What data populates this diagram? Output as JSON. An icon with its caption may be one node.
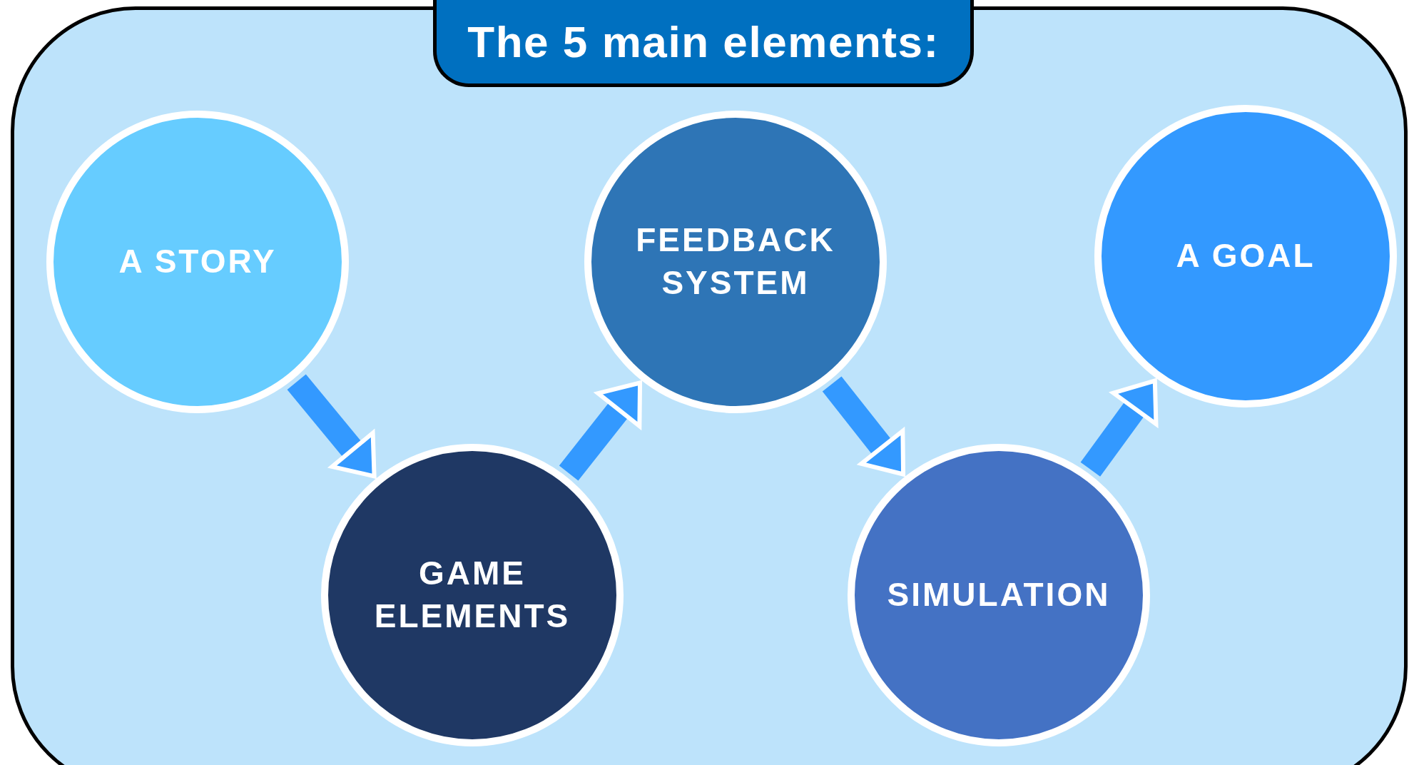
{
  "diagram": {
    "title": "The 5 main elements:",
    "nodes": [
      {
        "text": [
          "A STORY"
        ]
      },
      {
        "text": [
          "GAME ELEMENTS"
        ]
      },
      {
        "text": [
          "FEEDBACK SYSTEM"
        ]
      },
      {
        "text": [
          "SIMULATION"
        ]
      },
      {
        "text": [
          "A GOAL"
        ]
      }
    ],
    "edges": [
      {
        "from": 0,
        "to": 1,
        "arrow": "to"
      },
      {
        "from": 1,
        "to": 2,
        "arrow": "to"
      },
      {
        "from": 2,
        "to": 3,
        "arrow": "to"
      },
      {
        "from": 3,
        "to": 4,
        "arrow": "to"
      }
    ]
  }
}
